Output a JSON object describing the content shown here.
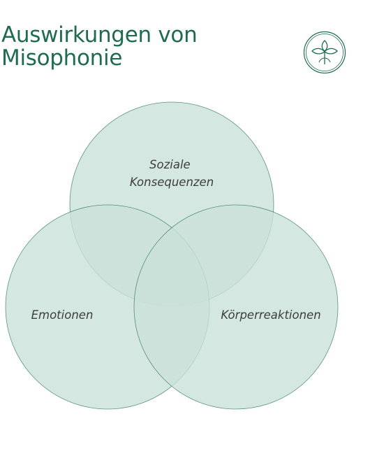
{
  "title": {
    "line1": "Auswirkungen von",
    "line2": "Misophonie"
  },
  "logo": {
    "icon": "sprout-leaf-icon",
    "color": "#1e6b52"
  },
  "diagram": {
    "type": "venn",
    "fill_color": "#c9e1d8",
    "stroke_color": "#1e6b52",
    "sets": [
      {
        "id": "top",
        "label_lines": [
          "Soziale",
          "Konsequenzen"
        ]
      },
      {
        "id": "left",
        "label_lines": [
          "Emotionen"
        ]
      },
      {
        "id": "right",
        "label_lines": [
          "Körperreaktionen"
        ]
      }
    ]
  }
}
